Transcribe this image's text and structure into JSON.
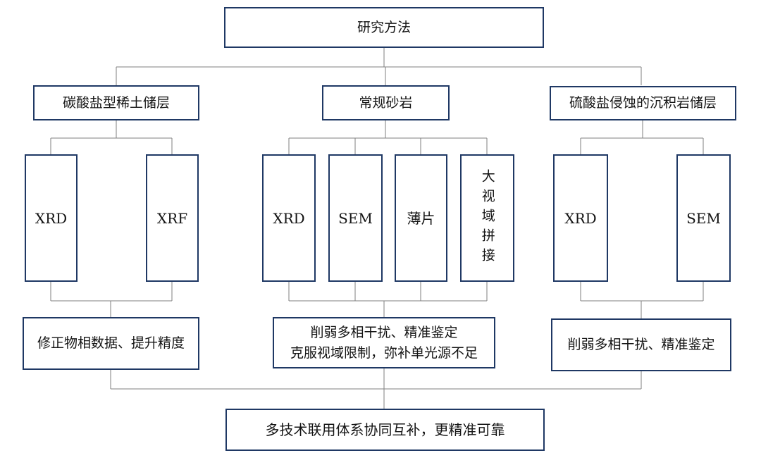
{
  "root_label": "研究方法",
  "branches": [
    {
      "label": "碳酸盐型稀土储层",
      "methods": [
        "XRD",
        "XRF"
      ],
      "outcome": "修正物相数据、提升精度"
    },
    {
      "label": "常规砂岩",
      "methods": [
        "XRD",
        "SEM",
        "薄片",
        "大视域拼接"
      ],
      "outcome_lines": [
        "削弱多相干扰、精准鉴定",
        "克服视域限制，弥补单光源不足"
      ]
    },
    {
      "label": "硫酸盐侵蚀的沉积岩储层",
      "methods": [
        "XRD",
        "SEM"
      ],
      "outcome": "削弱多相干扰、精准鉴定"
    }
  ],
  "conclusion_label": "多技术联用体系协同互补，更精准可靠",
  "colors": {
    "box_border": "#1f3864",
    "connector": "#7f7f7f",
    "text": "#141414",
    "background": "#ffffff"
  }
}
